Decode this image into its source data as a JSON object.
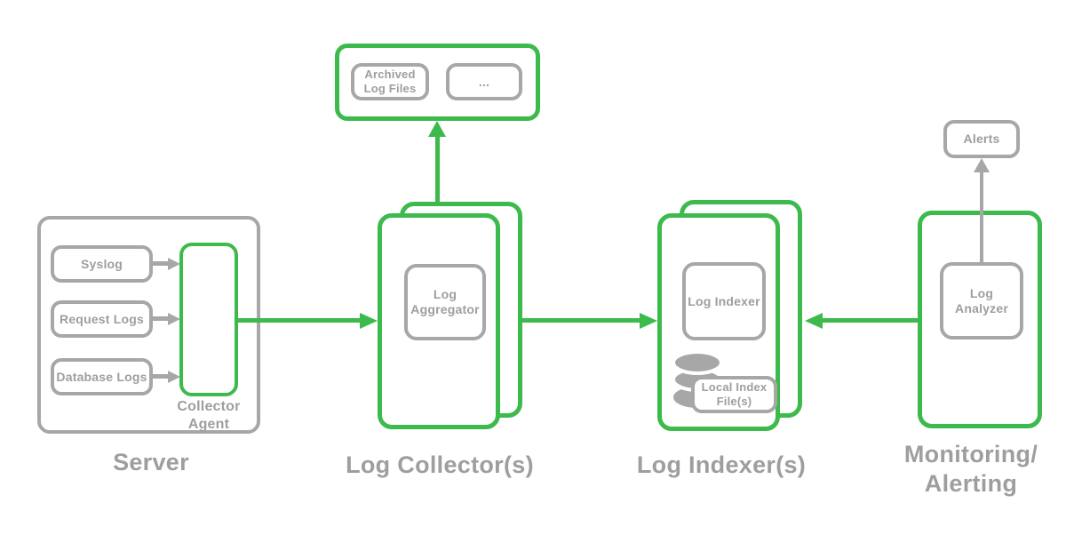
{
  "colors": {
    "green": "#3cba4c",
    "gray": "#a7a7a7",
    "text_gray": "#9e9e9e"
  },
  "server": {
    "label": "Server",
    "sources": [
      "Syslog",
      "Request Logs",
      "Database Logs"
    ],
    "agent": "Collector Agent"
  },
  "archive": {
    "files_box": "Archived Log Files",
    "more_box": "..."
  },
  "collector": {
    "label": "Log Collector(s)",
    "aggregator": "Log Aggregator"
  },
  "indexer": {
    "label": "Log Indexer(s)",
    "indexer_box": "Log Indexer",
    "local_index": "Local Index File(s)"
  },
  "monitoring": {
    "label_line1": "Monitoring/",
    "label_line2": "Alerting",
    "analyzer": "Log Analyzer",
    "alerts": "Alerts"
  }
}
